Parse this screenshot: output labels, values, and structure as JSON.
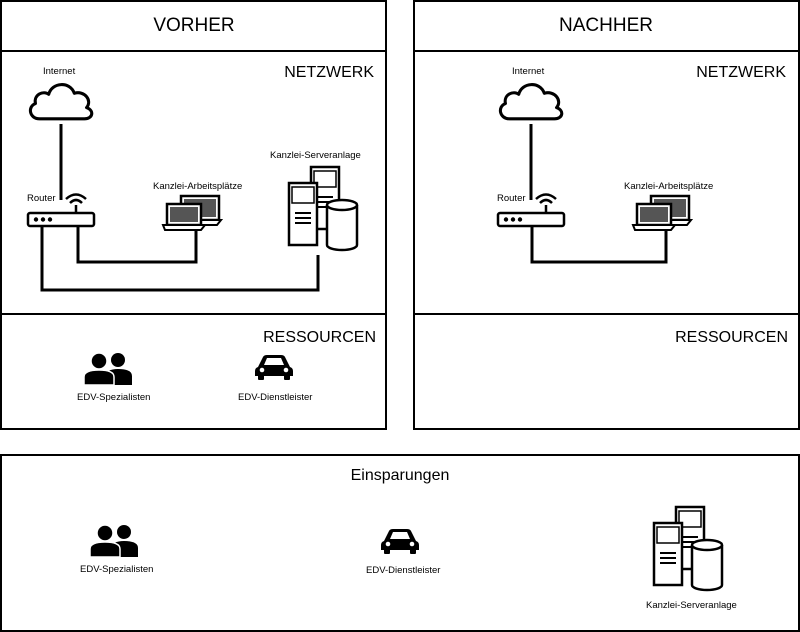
{
  "before": {
    "title": "VORHER",
    "network_label": "NETZWERK",
    "resources_label": "RESSOURCEN",
    "internet_label": "Internet",
    "router_label": "Router",
    "workstations_label": "Kanzlei-Arbeitsplätze",
    "servers_label": "Kanzlei-Serveranlage",
    "specialists_label": "EDV-Spezialisten",
    "provider_label": "EDV-Dienstleister"
  },
  "after": {
    "title": "NACHHER",
    "network_label": "NETZWERK",
    "resources_label": "RESSOURCEN",
    "internet_label": "Internet",
    "router_label": "Router",
    "workstations_label": "Kanzlei-Arbeitsplätze"
  },
  "savings": {
    "title": "Einsparungen",
    "specialists_label": "EDV-Spezialisten",
    "provider_label": "EDV-Dienstleister",
    "servers_label": "Kanzlei-Serveranlage"
  },
  "icons": {
    "cloud": "cloud-icon",
    "router": "router-icon",
    "laptops": "laptops-icon",
    "server": "server-icon",
    "people": "people-icon",
    "car": "car-icon"
  },
  "colors": {
    "line": "#000000",
    "background": "#ffffff"
  }
}
